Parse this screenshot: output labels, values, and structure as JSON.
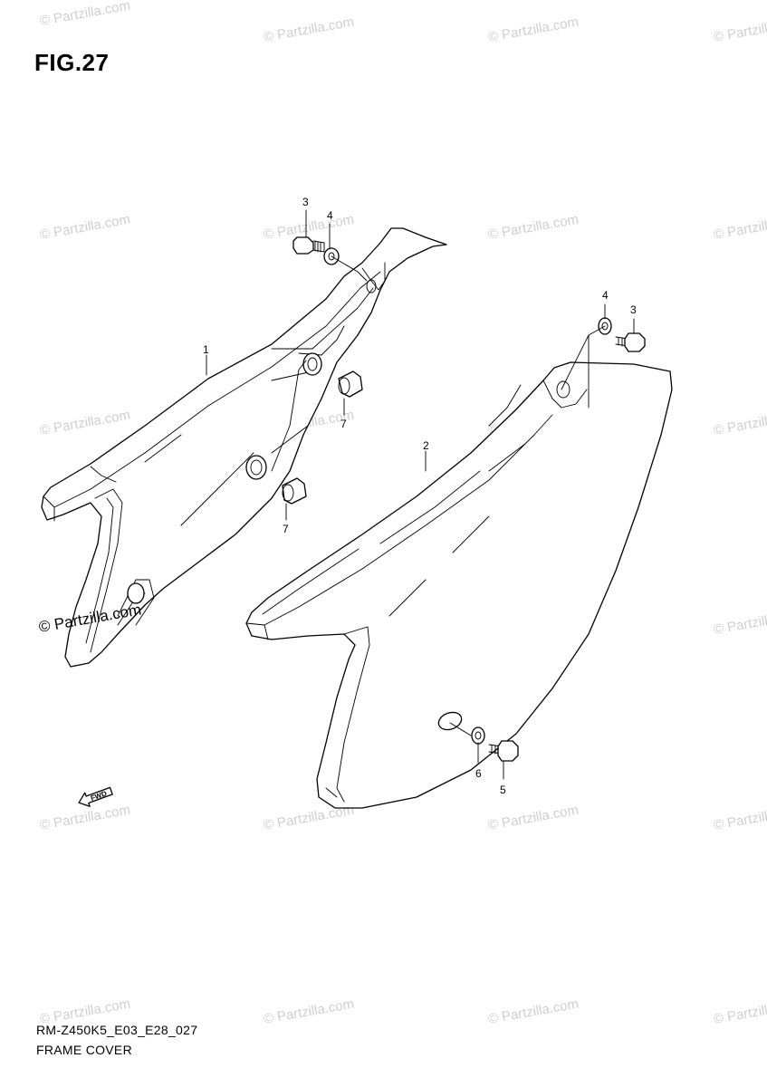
{
  "figure": {
    "title": "FIG.27",
    "model_code": "RM-Z450K5_E03_E28_027",
    "name": "FRAME COVER"
  },
  "watermark": {
    "text": "© Partzilla.com",
    "color": "#cfcfcf"
  },
  "orientation_badge": {
    "label": "FWD",
    "icon": "forward-arrow-icon"
  },
  "callouts": {
    "left_cover": "1",
    "right_cover": "2",
    "left_bolt": "3",
    "left_washer": "4",
    "right_washer": "4",
    "right_bolt": "3",
    "upper_cushion": "7",
    "lower_cushion": "7",
    "lower_bolt": "5",
    "lower_washer": "6"
  }
}
